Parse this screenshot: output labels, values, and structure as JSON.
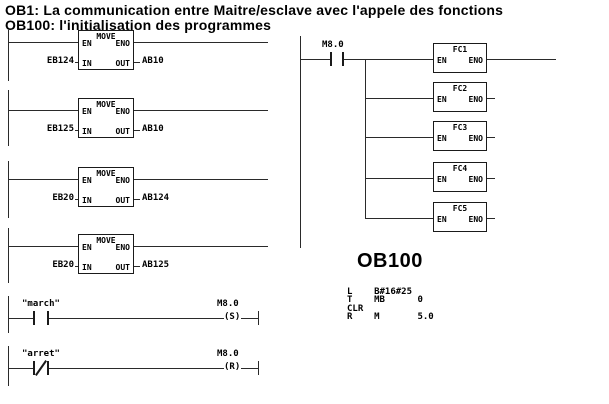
{
  "title": {
    "line1": "OB1: La communication entre Maitre/esclave avec l'appele des fonctions",
    "line2": "OB100: l'initialisation des programmes"
  },
  "ladder": {
    "move": {
      "block_title": "MOVE",
      "pins": {
        "en": "EN",
        "eno": "ENO",
        "in": "IN",
        "out": "OUT"
      },
      "rungs": [
        {
          "input": "EB124",
          "output": "AB10"
        },
        {
          "input": "EB125",
          "output": "AB10"
        },
        {
          "input": "EB20",
          "output": "AB124"
        },
        {
          "input": "EB20",
          "output": "AB125"
        }
      ]
    },
    "set_rung": {
      "contact_label": "\"march\"",
      "coil_address": "M8.0",
      "coil_symbol": "(S)"
    },
    "reset_rung": {
      "contact_label": "\"arret\"",
      "coil_address": "M8.0",
      "coil_symbol": "(R)"
    },
    "fc_network": {
      "contact_label": "M8.0",
      "pins": {
        "en": "EN",
        "eno": "ENO"
      },
      "blocks": [
        {
          "name": "FC1"
        },
        {
          "name": "FC2"
        },
        {
          "name": "FC3"
        },
        {
          "name": "FC4"
        },
        {
          "name": "FC5"
        }
      ]
    }
  },
  "ob100": {
    "heading": "OB100",
    "stl": [
      "L    B#16#25",
      "T    MB      0",
      "CLR",
      "R    M       5.0"
    ]
  },
  "colors": {
    "line": "#2a2a2a",
    "text": "#000000",
    "background": "#ffffff"
  }
}
